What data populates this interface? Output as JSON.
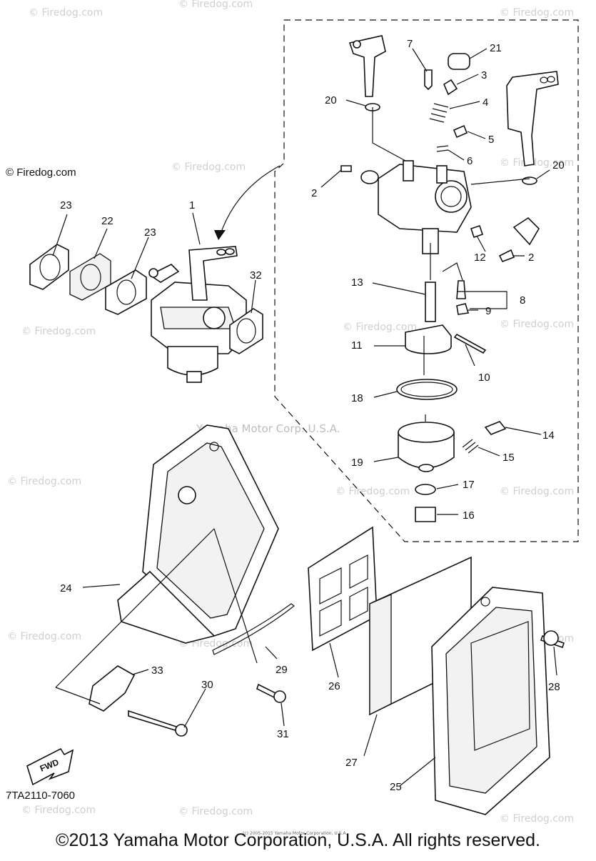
{
  "diagram": {
    "part_code": "7TA2110-7060",
    "fwd_label": "FWD",
    "watermarks": [
      "© Firedog.com",
      "Yamaha Motor Corp. U.S.A."
    ],
    "callouts": [
      "1",
      "2",
      "2",
      "3",
      "4",
      "5",
      "6",
      "7",
      "8",
      "9",
      "10",
      "11",
      "12",
      "13",
      "14",
      "15",
      "16",
      "17",
      "18",
      "19",
      "20",
      "20",
      "21",
      "22",
      "23",
      "23",
      "24",
      "25",
      "26",
      "27",
      "28",
      "29",
      "30",
      "31",
      "32",
      "33"
    ]
  },
  "footer": {
    "copyright": "©2013 Yamaha Motor Corporation, U.S.A. All rights reserved.",
    "tiny_note": "(c) 2005-2015 Yamaha Motor Corporation, U.S.A."
  }
}
